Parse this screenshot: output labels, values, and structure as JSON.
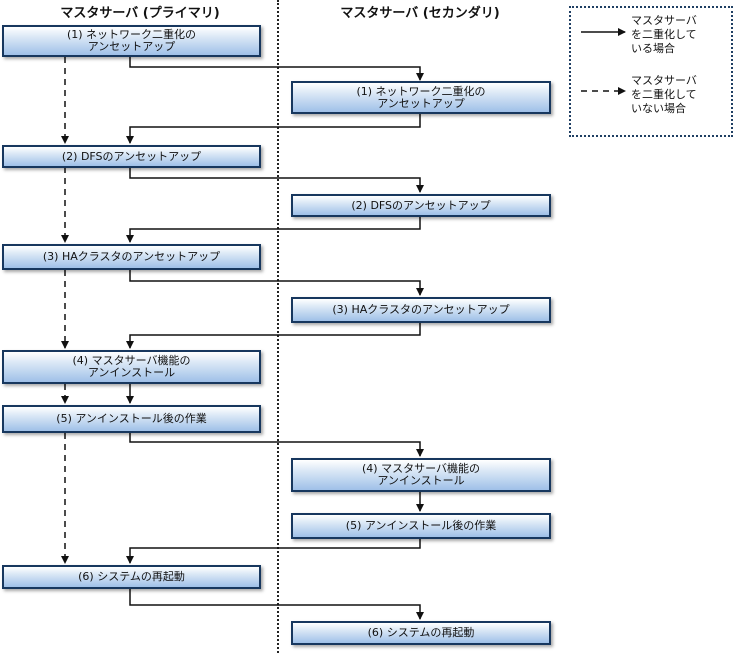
{
  "headers": {
    "primary": "マスタサーバ (プライマリ)",
    "secondary": "マスタサーバ (セカンダリ)"
  },
  "boxes": {
    "p1": "(1) ネットワーク二重化の\nアンセットアップ",
    "s1": "(1)  ネットワーク二重化の\nアンセットアップ",
    "p2": "(2) DFSのアンセットアップ",
    "s2": "(2) DFSのアンセットアップ",
    "p3": "(3) HAクラスタのアンセットアップ",
    "s3": "(3) HAクラスタのアンセットアップ",
    "p4": "(4) マスタサーバ機能の\nアンインストール",
    "p5": "(5) アンインストール後の作業",
    "s4": "(4) マスタサーバ機能の\nアンインストール",
    "s5": "(5) アンインストール後の作業",
    "p6": "(6) システムの再起動",
    "s6": "(6) システムの再起動"
  },
  "legend": {
    "solid": "マスタサーバ\nを二重化して\nいる場合",
    "dashed": "マスタサーバ\nを二重化して\nいない場合"
  },
  "colors": {
    "box_border": "#17375e",
    "box_fill": "#9fc0e8"
  }
}
